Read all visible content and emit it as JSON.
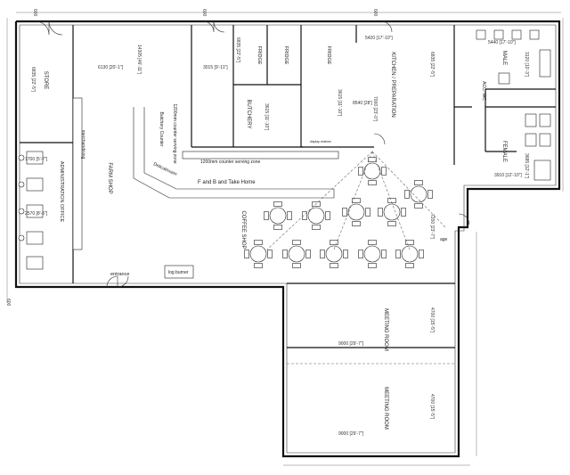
{
  "rooms": {
    "store": "STORE",
    "administration_office": "ADMINISTRATION OFFICE",
    "farm_shop": "FARM SHOP",
    "butchery": "BUTCHERY",
    "fridge_1": "FRIDGE",
    "fridge_2": "FRIDGE",
    "fridge_3": "FRIDGE",
    "kitchen": "KITCHEN / PREPARATION",
    "male": "MALE",
    "female": "FEMALE",
    "accessible_wc": "ACC. WC",
    "coffee_shop": "COFFEE SHOP",
    "meeting_room_1": "MEETING ROOM",
    "meeting_room_2": "MEETING ROOM"
  },
  "labels": {
    "merchandising": "merchandising",
    "butchery_counter": "Butchery Counter",
    "counter_1200_a": "1200mm counter serving zone",
    "counter_1200_b": "1200mm counter serving zone",
    "delicatessen": "Delicatessen",
    "f_and_b": "F and B and Take Home",
    "entrance": "entrance",
    "log_burner": "log burner",
    "display_shelves": "display shelves",
    "age": "age"
  },
  "dimensions": {
    "d_6130": "6130  [20'-1\"]",
    "d_3015": "3015  [9'-11\"]",
    "d_14305": "14305  [46'-11\"]",
    "d_6835_store": "6835  [22'-5\"]",
    "d_6835_fridge": "6835  [22'-5\"]",
    "d_5420": "5420  [17'-10\"]",
    "d_6835_kitchen": "6835  [22'-5\"]",
    "d_8540": "8540  [28']",
    "d_3615_a": "3615  [11'-10\"]",
    "d_3615_b": "3615  [11'-10\"]",
    "d_5440": "5440  [17'-10\"]",
    "d_3120": "3120  [10'-3\"]",
    "d_3685": "3685  [12'-1\"]",
    "d_3910": "3910  [12'-10\"]",
    "d_7000": "7000  [23'-0\"]",
    "d_2570": "2570  [8'-5\"]",
    "d_1700": "1700  [5'-7\"]",
    "d_7200": "7200  [23'-7\"]",
    "d_4700_a": "4700  [15'-5\"]",
    "d_4700_b": "4700  [15'-5\"]",
    "d_9000_a": "9000  [29'-7\"]",
    "d_9000_b": "9000  [29'-7\"]",
    "d_600": "600",
    "d_600_b": "600",
    "d_600_c": "600",
    "d_600_d": "600",
    "d_600_e": "600"
  }
}
